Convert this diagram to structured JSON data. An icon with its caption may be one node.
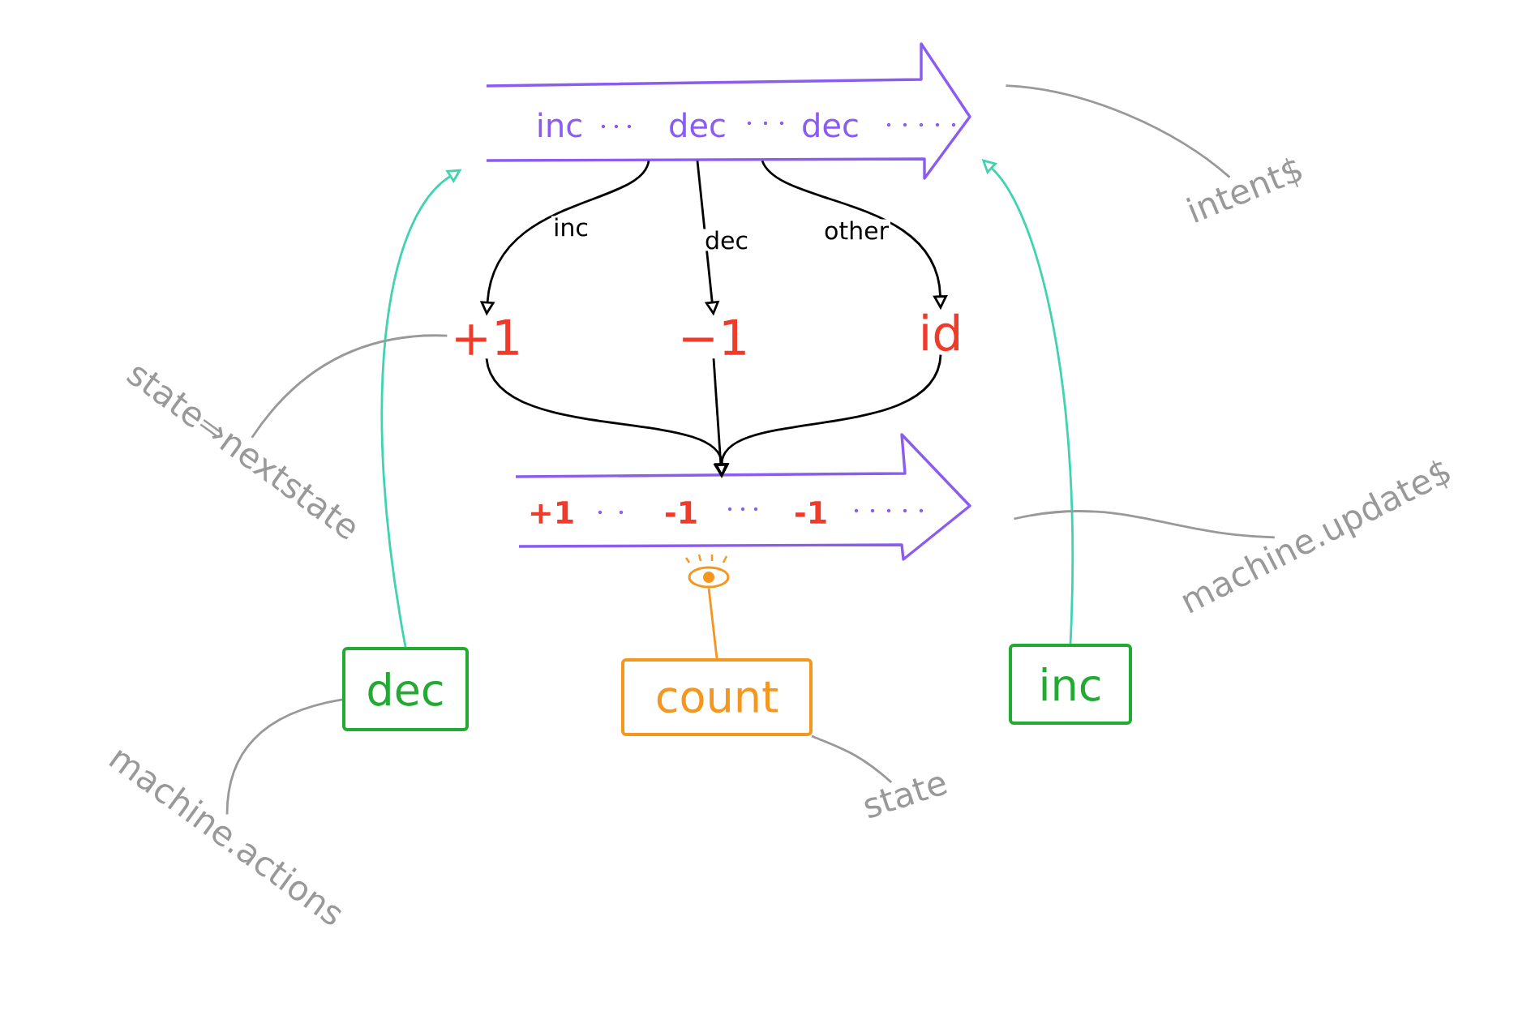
{
  "diagram": {
    "nodes": [
      {
        "text": [
          "inc",
          "dec",
          "dec"
        ]
      },
      {
        "text": [
          "+1"
        ]
      },
      {
        "text": [
          "−1"
        ]
      },
      {
        "text": [
          "id"
        ]
      },
      {
        "text": [
          "+1",
          "-1",
          "-1"
        ]
      },
      {
        "text": [],
        "shape": "eye"
      },
      {
        "text": [
          "dec"
        ]
      },
      {
        "text": [
          "count"
        ]
      },
      {
        "text": [
          "inc"
        ]
      },
      {
        "text": [
          "intent$"
        ]
      },
      {
        "text": [
          "state⇒nextstate"
        ]
      },
      {
        "text": [
          "machine.update$"
        ]
      },
      {
        "text": [
          "machine.actions"
        ]
      },
      {
        "text": [
          "state"
        ]
      }
    ],
    "edges": [
      {
        "from": 0,
        "to": 1,
        "arrow": "to",
        "label": "inc"
      },
      {
        "from": 0,
        "to": 2,
        "arrow": "to",
        "label": "dec"
      },
      {
        "from": 0,
        "to": 3,
        "arrow": "to",
        "label": "other"
      },
      {
        "from": 1,
        "to": 4,
        "arrow": "to"
      },
      {
        "from": 2,
        "to": 4,
        "arrow": "to"
      },
      {
        "from": 3,
        "to": 4,
        "arrow": "to"
      },
      {
        "from": 6,
        "to": 0,
        "arrow": "to",
        "color": "#3fd3b0"
      },
      {
        "from": 8,
        "to": 0,
        "arrow": "to",
        "color": "#3fd3b0"
      },
      {
        "from": 5,
        "to": 7,
        "arrow": "none",
        "color": "#f5961e"
      },
      {
        "from": 9,
        "to": 0,
        "arrow": "none",
        "color": "#999999"
      },
      {
        "from": 10,
        "to": 1,
        "arrow": "none",
        "color": "#999999"
      },
      {
        "from": 11,
        "to": 4,
        "arrow": "none",
        "color": "#999999"
      },
      {
        "from": 12,
        "to": 6,
        "arrow": "none",
        "color": "#999999"
      },
      {
        "from": 13,
        "to": 7,
        "arrow": "none",
        "color": "#999999"
      }
    ]
  }
}
